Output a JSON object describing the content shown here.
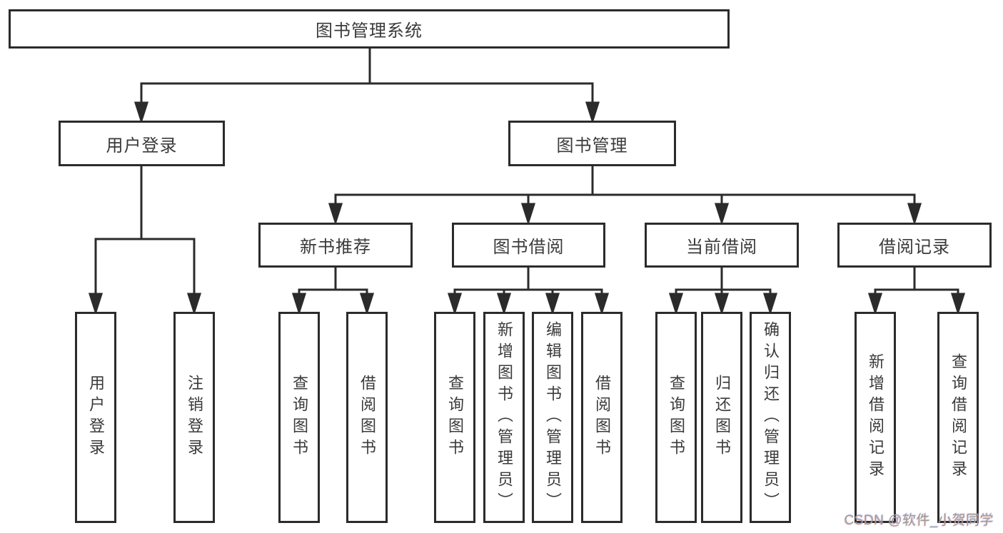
{
  "tree": {
    "root": {
      "label": "图书管理系统"
    },
    "branches": [
      {
        "label": "用户登录",
        "leaves": [
          "用户登录",
          "注销登录"
        ]
      },
      {
        "label": "图书管理",
        "groups": [
          {
            "label": "新书推荐",
            "leaves": [
              "查询图书",
              "借阅图书"
            ]
          },
          {
            "label": "图书借阅",
            "leaves": [
              "查询图书",
              "新增图书（管理员）",
              "编辑图书（管理员）",
              "借阅图书"
            ]
          },
          {
            "label": "当前借阅",
            "leaves": [
              "查询图书",
              "归还图书",
              "确认归还（管理员）"
            ]
          },
          {
            "label": "借阅记录",
            "leaves": [
              "新增借阅记录",
              "查询借阅记录"
            ]
          }
        ]
      }
    ]
  },
  "colors": {
    "line": "#2b2b2b",
    "text": "#3a3a3a",
    "box_background": "#ffffff",
    "watermark_text": "#9b9b9b"
  },
  "watermark": {
    "text": "CSDN @软件_小贺同学"
  }
}
